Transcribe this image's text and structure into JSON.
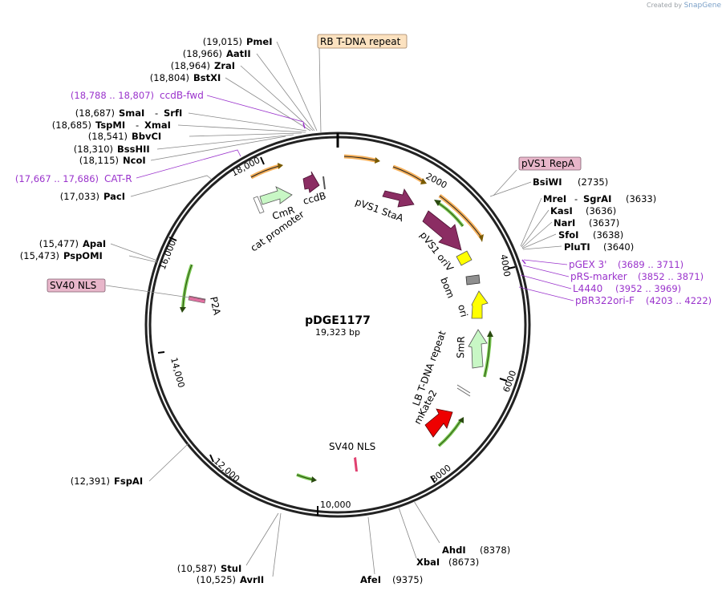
{
  "credit": {
    "prefix": "Created by",
    "brand": "SnapGene"
  },
  "plasmid": {
    "name": "pDGE1177",
    "size_label": "19,323 bp"
  },
  "ticks": [
    "2000",
    "4000",
    "6000",
    "8000",
    "10,000",
    "12,000",
    "14,000",
    "16,000",
    "18,000"
  ],
  "sites": [
    {
      "pos": "(19,015)",
      "name": "PmeI"
    },
    {
      "pos": "(18,966)",
      "name": "AatII"
    },
    {
      "pos": "(18,964)",
      "name": "ZraI"
    },
    {
      "pos": "(18,804)",
      "name": "BstXI"
    },
    {
      "pos": "(18,687)",
      "name": "SmaI",
      "name2": "SrfI"
    },
    {
      "pos": "(18,685)",
      "name": "TspMI",
      "name2": "XmaI"
    },
    {
      "pos": "(18,541)",
      "name": "BbvCI"
    },
    {
      "pos": "(18,310)",
      "name": "BssHII"
    },
    {
      "pos": "(18,115)",
      "name": "NcoI"
    },
    {
      "pos": "(17,033)",
      "name": "PacI"
    },
    {
      "pos": "(15,477)",
      "name": "ApaI"
    },
    {
      "pos": "(15,473)",
      "name": "PspOMI"
    },
    {
      "pos": "(12,391)",
      "name": "FspAI"
    },
    {
      "pos": "(10,587)",
      "name": "StuI"
    },
    {
      "pos": "(10,525)",
      "name": "AvrII"
    },
    {
      "pos": "(9375)",
      "name": "AfeI"
    },
    {
      "pos": "(8673)",
      "name": "XbaI"
    },
    {
      "pos": "(8378)",
      "name": "AhdI"
    },
    {
      "pos": "(2735)",
      "name": "BsiWI"
    },
    {
      "pos": "(3633)",
      "name": "MreI",
      "name2": "SgrAI"
    },
    {
      "pos": "(3636)",
      "name": "KasI"
    },
    {
      "pos": "(3637)",
      "name": "NarI"
    },
    {
      "pos": "(3638)",
      "name": "SfoI"
    },
    {
      "pos": "(3640)",
      "name": "PluTI"
    }
  ],
  "primers": [
    {
      "name": "ccdB-fwd",
      "pos": "(18,788 .. 18,807)"
    },
    {
      "name": "CAT-R",
      "pos": "(17,667 .. 17,686)"
    },
    {
      "name": "pGEX 3'",
      "pos": "(3689 .. 3711)"
    },
    {
      "name": "pRS-marker",
      "pos": "(3852 .. 3871)"
    },
    {
      "name": "L4440",
      "pos": "(3952 .. 3969)"
    },
    {
      "name": "pBR322ori-F",
      "pos": "(4203 .. 4222)"
    }
  ],
  "boxed_features": [
    "RB T-DNA repeat",
    "pVS1 RepA",
    "SV40 NLS"
  ],
  "feature_labels": [
    "CmR",
    "cat promoter",
    "ccdB",
    "pVS1 StaA",
    "pVS1 oriV",
    "bom",
    "ori",
    "SmR",
    "LB T-DNA repeat",
    "mKate2",
    "SV40 NLS",
    "P2A"
  ],
  "colors": {
    "backbone": "#222222",
    "enzyme": "#000000",
    "primer": "#9a33cc",
    "staA": "#8b2d63",
    "oriV": "#8b2d63",
    "ori": "#ffff00",
    "bom": "#8f8f8f",
    "smr": "#c8f7c5",
    "mkate2": "#ee0000",
    "orange_arrow": "#f5b05a",
    "green_arrow": "#78c850",
    "rb_box": "#fce2c0",
    "repa_box": "#e8b6ca",
    "nls_box": "#e8b6ca"
  }
}
